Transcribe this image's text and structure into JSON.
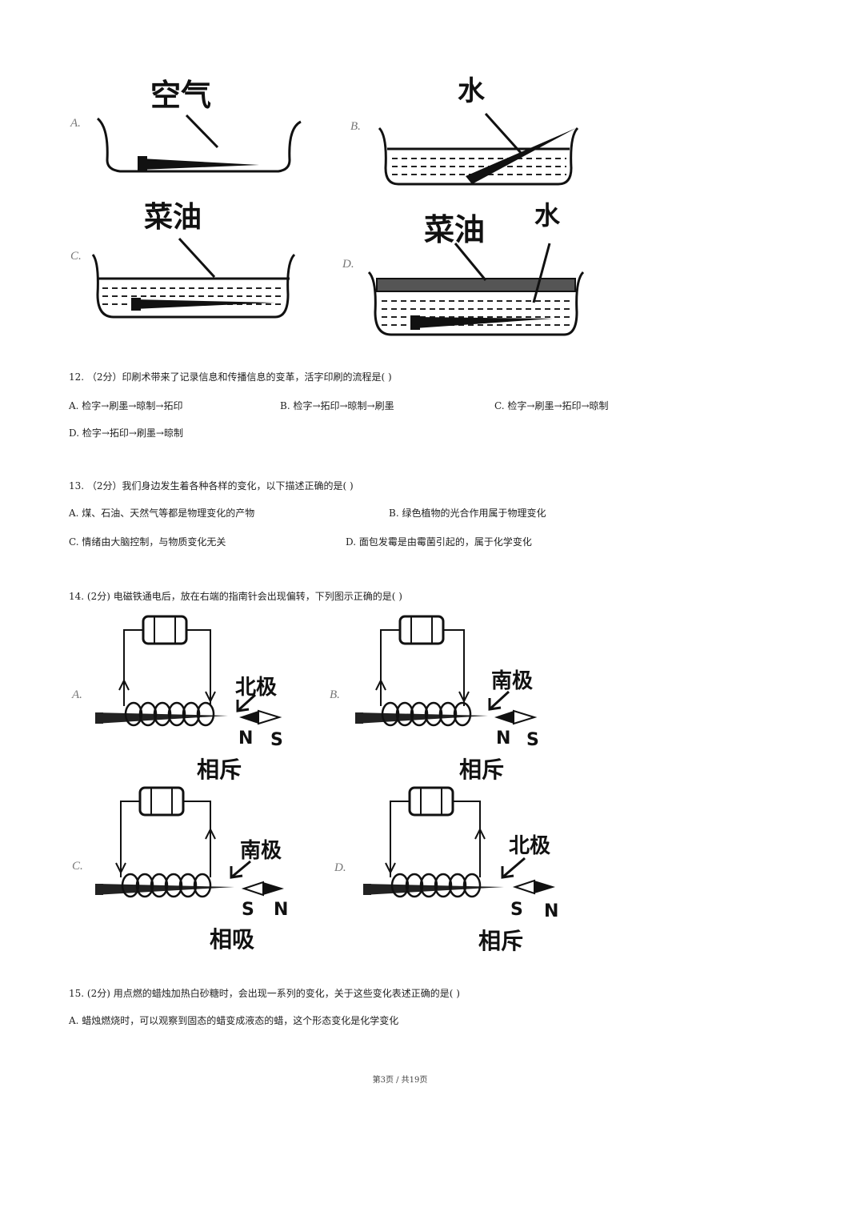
{
  "q11_figures": {
    "A": {
      "label": "A.",
      "text": "空气"
    },
    "B": {
      "label": "B.",
      "text": "水"
    },
    "C": {
      "label": "C.",
      "text": "菜油"
    },
    "D": {
      "label": "D.",
      "text_oil": "菜油",
      "text_water": "水"
    }
  },
  "q12": {
    "stem": "12. （2分）印刷术带来了记录信息和传播信息的变革，活字印刷的流程是( )",
    "options": [
      "A. 检字→刷墨→晾制→拓印",
      "B. 检字→拓印→晾制→刷墨",
      "C. 检字→刷墨→拓印→晾制",
      "D. 检字→拓印→刷墨→晾制"
    ]
  },
  "q13": {
    "stem": "13. （2分）我们身边发生着各种各样的变化，以下描述正确的是( )",
    "options": [
      "A. 煤、石油、天然气等都是物理变化的产物",
      "B. 绿色植物的光合作用属于物理变化",
      "C. 情绪由大脑控制，与物质变化无关",
      "D. 面包发霉是由霉菌引起的，属于化学变化"
    ]
  },
  "q14": {
    "stem": "14. (2分) 电磁铁通电后，放在右端的指南针会出现偏转，下列图示正确的是( )",
    "figures": [
      {
        "label": "A.",
        "pole": "北极",
        "left": "N",
        "right": "S",
        "relation": "相斥"
      },
      {
        "label": "B.",
        "pole": "南极",
        "left": "N",
        "right": "S",
        "relation": "相斥"
      },
      {
        "label": "C.",
        "pole": "南极",
        "left": "S",
        "right": "N",
        "relation": "相吸"
      },
      {
        "label": "D.",
        "pole": "北极",
        "left": "S",
        "right": "N",
        "relation": "相斥"
      }
    ]
  },
  "q15": {
    "stem": "15. (2分) 用点燃的蜡烛加热白砂糖时，会出现一系列的变化，关于这些变化表述正确的是( )",
    "options": [
      "A. 蜡烛燃烧时，可以观察到固态的蜡变成液态的蜡，这个形态变化是化学变化"
    ]
  },
  "footer": "第3页 / 共19页"
}
